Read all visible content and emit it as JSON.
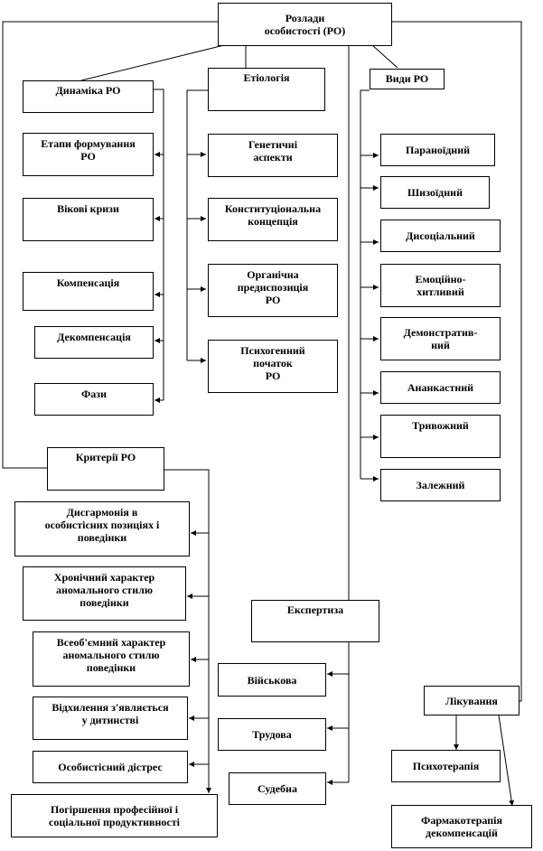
{
  "root": "Розлади\nособистості (РО)",
  "dynamics": {
    "title": "Динаміка РО",
    "items": [
      "Етапи формування\nРО",
      "Вікові кризи",
      "Компенсація",
      "Декомпенсація",
      "Фази"
    ]
  },
  "etiology": {
    "title": "Етіологія",
    "items": [
      "Генетичні\nаспекти",
      "Конституціональна\nконцепція",
      "Органічна\nпредиспозиція\nРО",
      "Психогенний\nпочаток\nРО"
    ]
  },
  "types": {
    "title": "Види РО",
    "items": [
      "Параноїдний",
      "Шизоїдний",
      "Дисоціальний",
      "Емоційно-\nхитливий",
      "Демонстратив-\nний",
      "Ананкастний",
      "Тривожний",
      "Залежний"
    ]
  },
  "criteria": {
    "title": "Критерії РО",
    "items": [
      "Дисгармонія в\nособистісних позиціях і\nповедінки",
      "Хронічний характер\nаномального стилю\nповедінки",
      "Всеоб'ємний характер\nаномального стилю\nповедінки",
      "Відхилення з'являється\nу дитинстві",
      "Особистісний дістрес",
      "Погіршення професійної і\nсоціальної продуктивності"
    ]
  },
  "expertise": {
    "title": "Експертиза",
    "items": [
      "Військова",
      "Трудова",
      "Судебна"
    ]
  },
  "treatment": {
    "title": "Лікування",
    "items": [
      "Психотерапія",
      "Фармакотерапія\nдекомпенсацій"
    ]
  }
}
